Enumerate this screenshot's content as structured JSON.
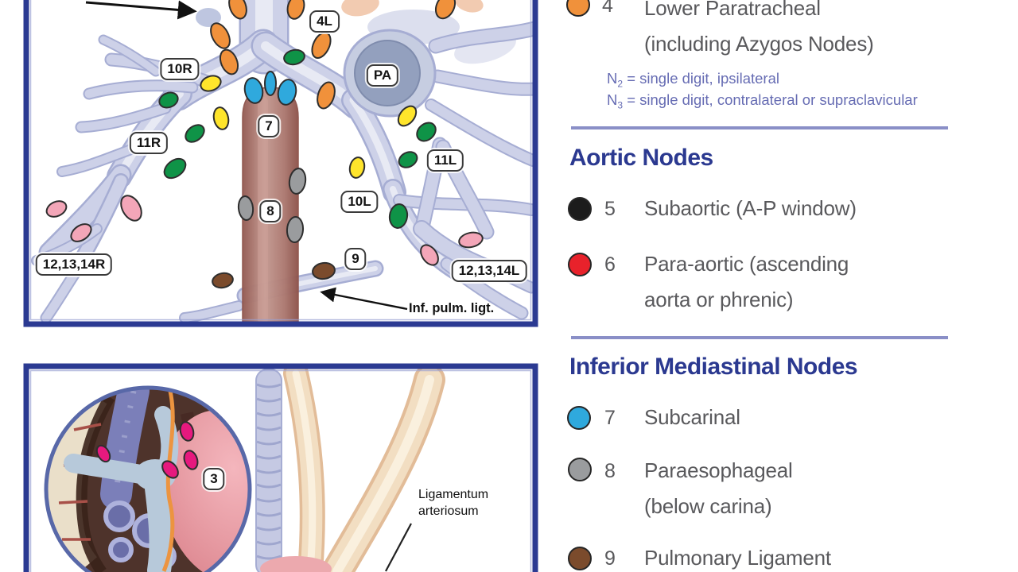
{
  "station_colors": {
    "3": "#E6197E",
    "4": "#F0913B",
    "5": "#1C1C1C",
    "6": "#E8222B",
    "7": "#2FA9DD",
    "8": "#9A9C9E",
    "9": "#7B4B2C",
    "10": "#FFE52B",
    "11": "#0F9347",
    "12_14": "#F3A6B8"
  },
  "ui_colors": {
    "panel_border": "#2B3A92",
    "heading": "#2B3990",
    "divider": "#8A8FC7",
    "item_text": "#59595C",
    "note_text": "#666CB3"
  },
  "panel_top": {
    "labels": [
      "4L",
      "10R",
      "PA",
      "7",
      "11R",
      "11L",
      "10L",
      "8",
      "9",
      "12,13,14R",
      "12,13,14L"
    ],
    "annotation_inf_pulm": "Inf. pulm. ligt."
  },
  "panel_bottom": {
    "label_3": "3",
    "annotation_lig_line1": "Ligamentum",
    "annotation_lig_line2": "arteriosum"
  },
  "legend": {
    "item4": {
      "num": "4",
      "line1": "Lower Paratracheal",
      "line2": "(including Azygos Nodes)"
    },
    "notes": {
      "n2_prefix": "N",
      "n2_sub": "2",
      "n2_text": " = single digit, ipsilateral",
      "n3_prefix": "N",
      "n3_sub": "3",
      "n3_text": " = single digit, contralateral or supraclavicular"
    },
    "aortic": {
      "heading": "Aortic Nodes",
      "item5": {
        "num": "5",
        "line1": "Subaortic (A-P window)"
      },
      "item6": {
        "num": "6",
        "line1": "Para-aortic (ascending",
        "line2": "aorta or phrenic)"
      }
    },
    "inferior": {
      "heading": "Inferior Mediastinal Nodes",
      "item7": {
        "num": "7",
        "line1": "Subcarinal"
      },
      "item8": {
        "num": "8",
        "line1": "Paraesophageal",
        "line2": "(below carina)"
      },
      "item9": {
        "num": "9",
        "line1": "Pulmonary Ligament"
      }
    }
  }
}
